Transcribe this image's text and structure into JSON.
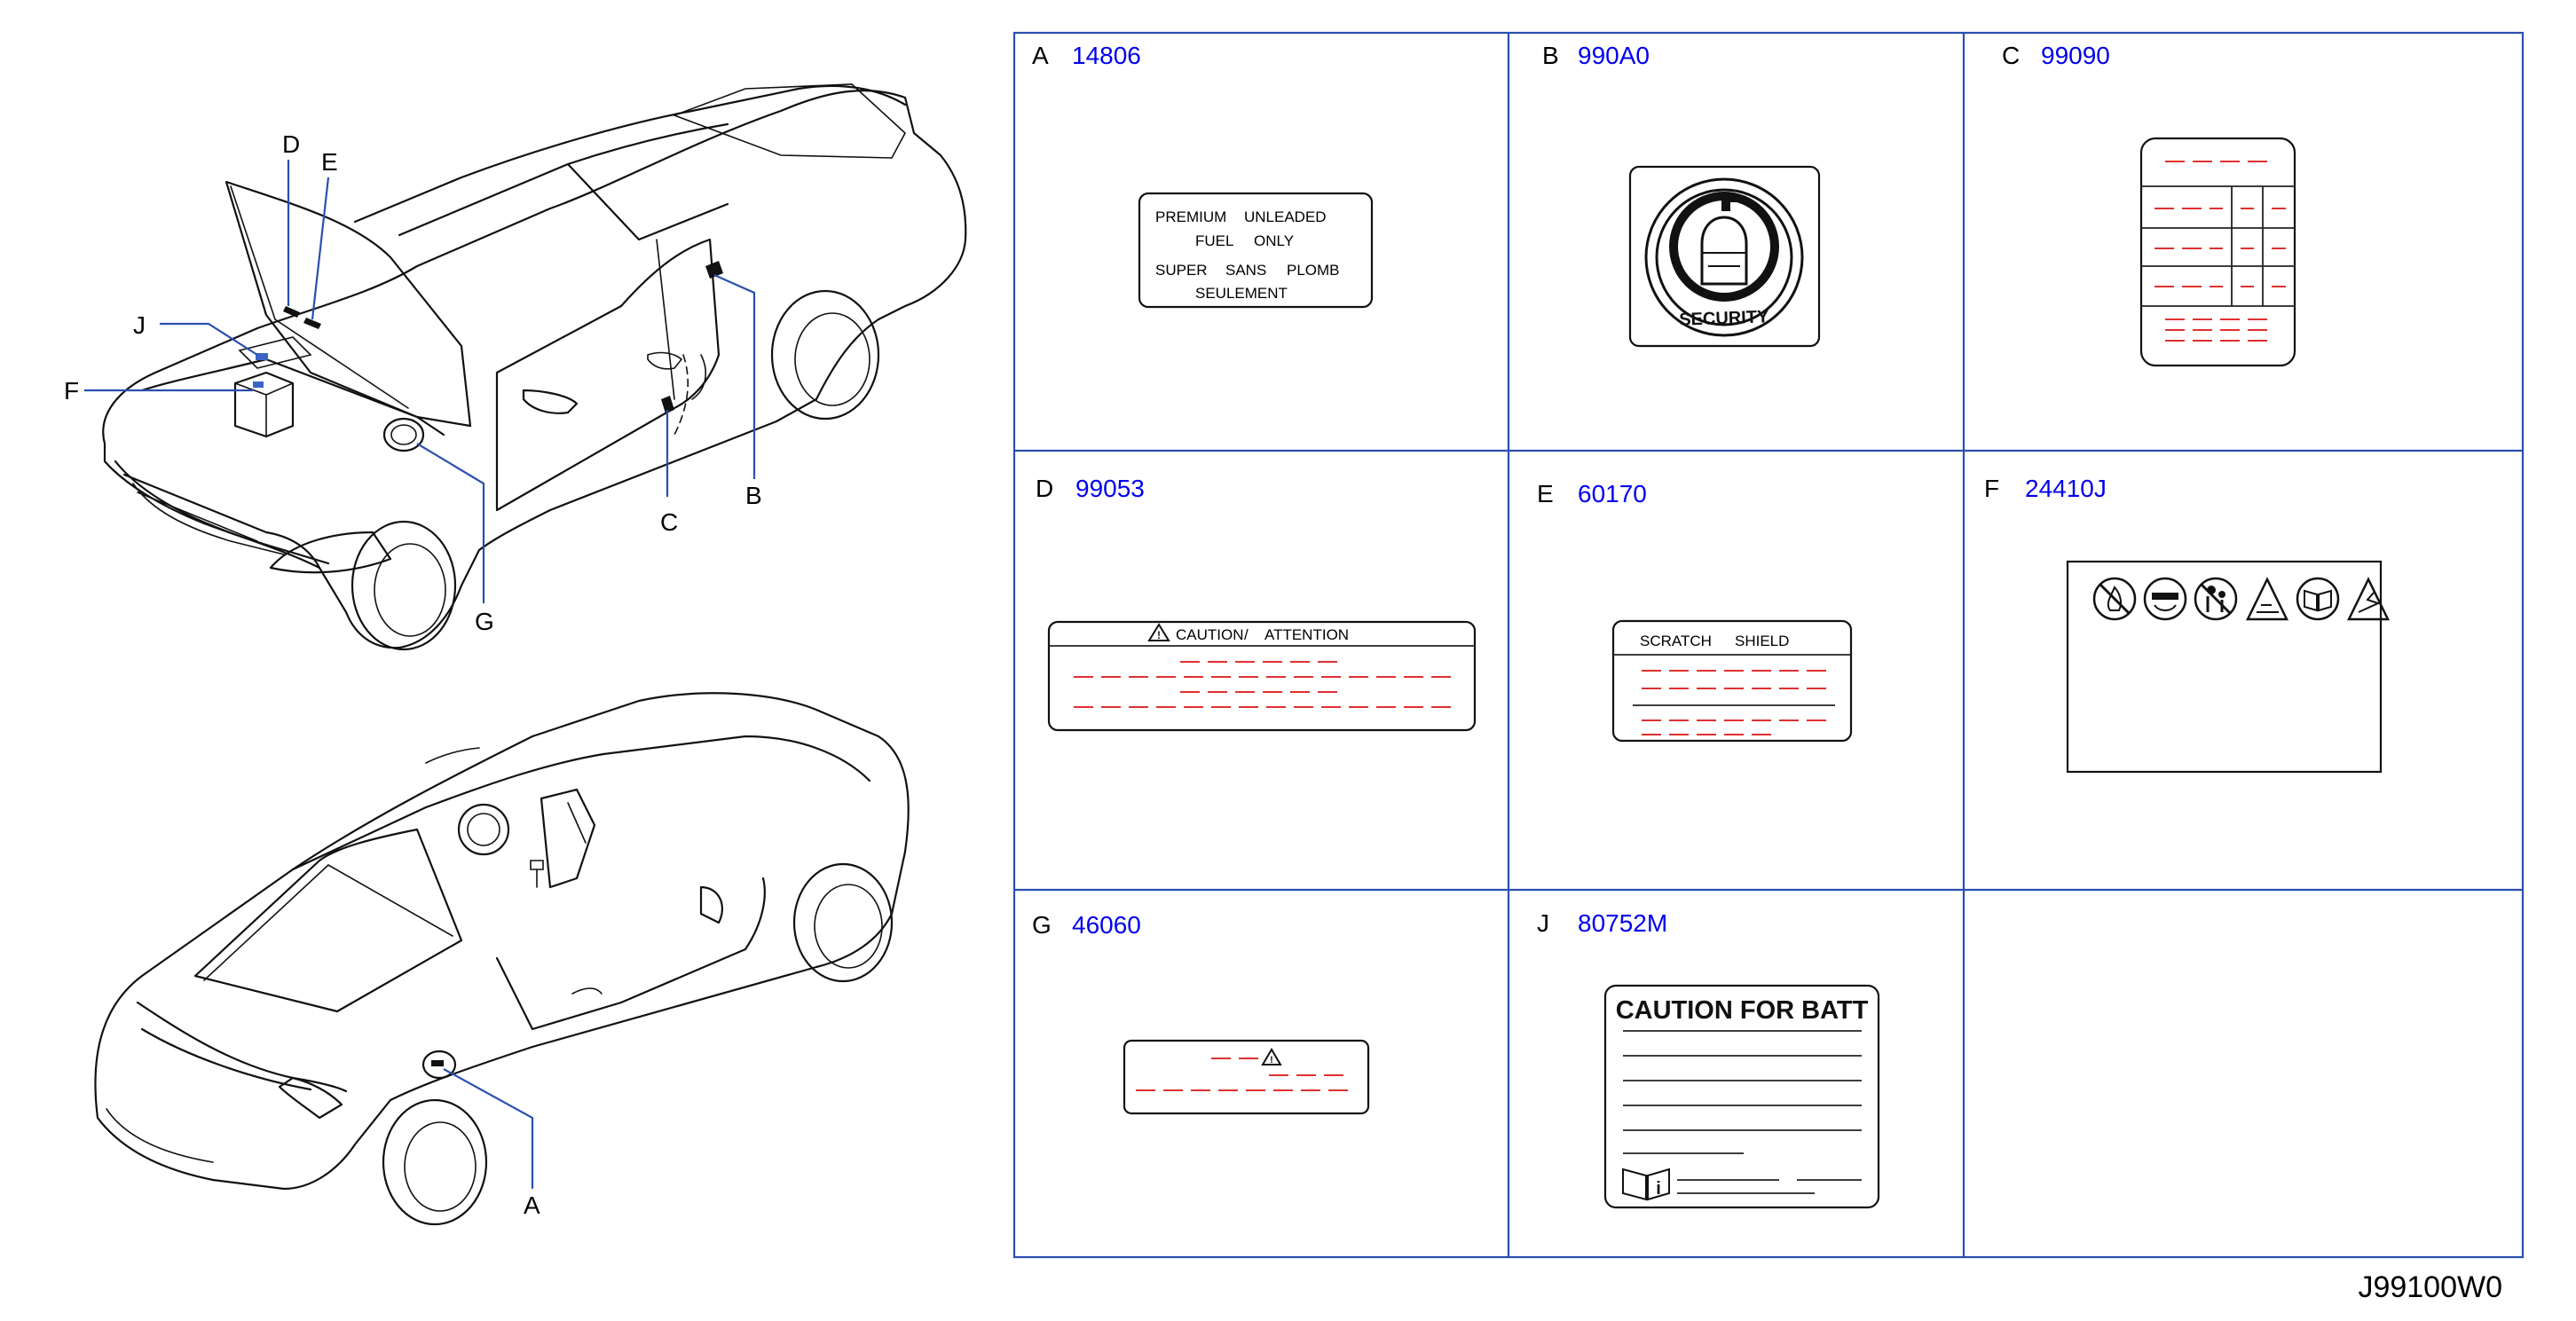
{
  "callouts": {
    "top_car": [
      "D",
      "E",
      "J",
      "F",
      "C",
      "B",
      "G"
    ],
    "bottom_car": [
      "A"
    ]
  },
  "cells": [
    {
      "letter": "A",
      "code": "14806"
    },
    {
      "letter": "B",
      "code": "990A0"
    },
    {
      "letter": "C",
      "code": "99090"
    },
    {
      "letter": "D",
      "code": "99053"
    },
    {
      "letter": "E",
      "code": "60170"
    },
    {
      "letter": "F",
      "code": "24410J"
    },
    {
      "letter": "G",
      "code": "46060"
    },
    {
      "letter": "J",
      "code": "80752M"
    }
  ],
  "labels": {
    "a": [
      "PREMIUM",
      "UNLEADED",
      "FUEL",
      "ONLY",
      "SUPER",
      "SANS",
      "PLOMB",
      "SEULEMENT"
    ],
    "b": "SECURITY",
    "d": [
      "CAUTION",
      "/",
      "ATTENTION"
    ],
    "e": [
      "SCRATCH",
      "SHIELD"
    ],
    "j": "CAUTION FOR BATT"
  },
  "diagram_id": "J99100W0",
  "colors": {
    "code": "#0000ee",
    "leader": "#2a4fb0",
    "placeholder": "#e03030"
  }
}
